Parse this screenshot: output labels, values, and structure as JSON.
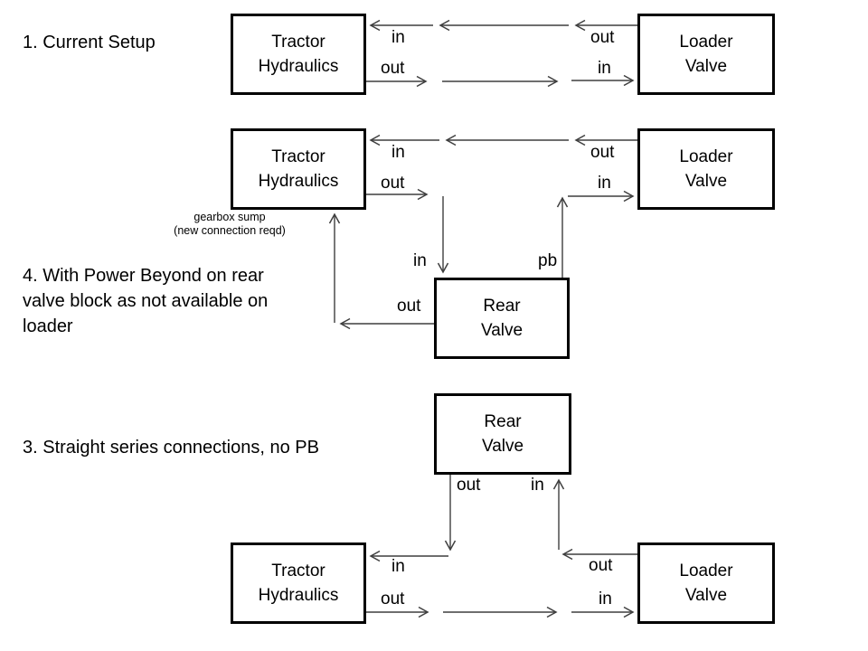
{
  "colors": {
    "background": "#ffffff",
    "box_border": "#000000",
    "text": "#000000",
    "connector": "#3f3f3f"
  },
  "sections": {
    "s1": {
      "title": "1. Current Setup",
      "tractor_box": "Tractor\nHydraulics",
      "loader_box": "Loader\nValve",
      "labels": {
        "return_in": "in",
        "return_out": "out",
        "feed_out": "out",
        "feed_in": "in"
      }
    },
    "s4": {
      "title": "4. With Power Beyond on rear\nvalve block as not available on\nloader",
      "tractor_box": "Tractor\nHydraulics",
      "loader_box": "Loader\nValve",
      "rear_box": "Rear\nValve",
      "note": "gearbox sump\n(new connection reqd)",
      "labels": {
        "return_in": "in",
        "return_out": "out",
        "tractor_out": "out",
        "rear_in": "in",
        "rear_pb": "pb",
        "loader_in": "in",
        "rear_out": "out"
      }
    },
    "s3": {
      "title": "3. Straight series connections, no PB",
      "tractor_box": "Tractor\nHydraulics",
      "loader_box": "Loader\nValve",
      "rear_box": "Rear\nValve",
      "labels": {
        "rear_out": "out",
        "rear_in": "in",
        "tractor_in": "in",
        "loader_out": "out",
        "feed_out": "out",
        "feed_in": "in"
      }
    }
  }
}
